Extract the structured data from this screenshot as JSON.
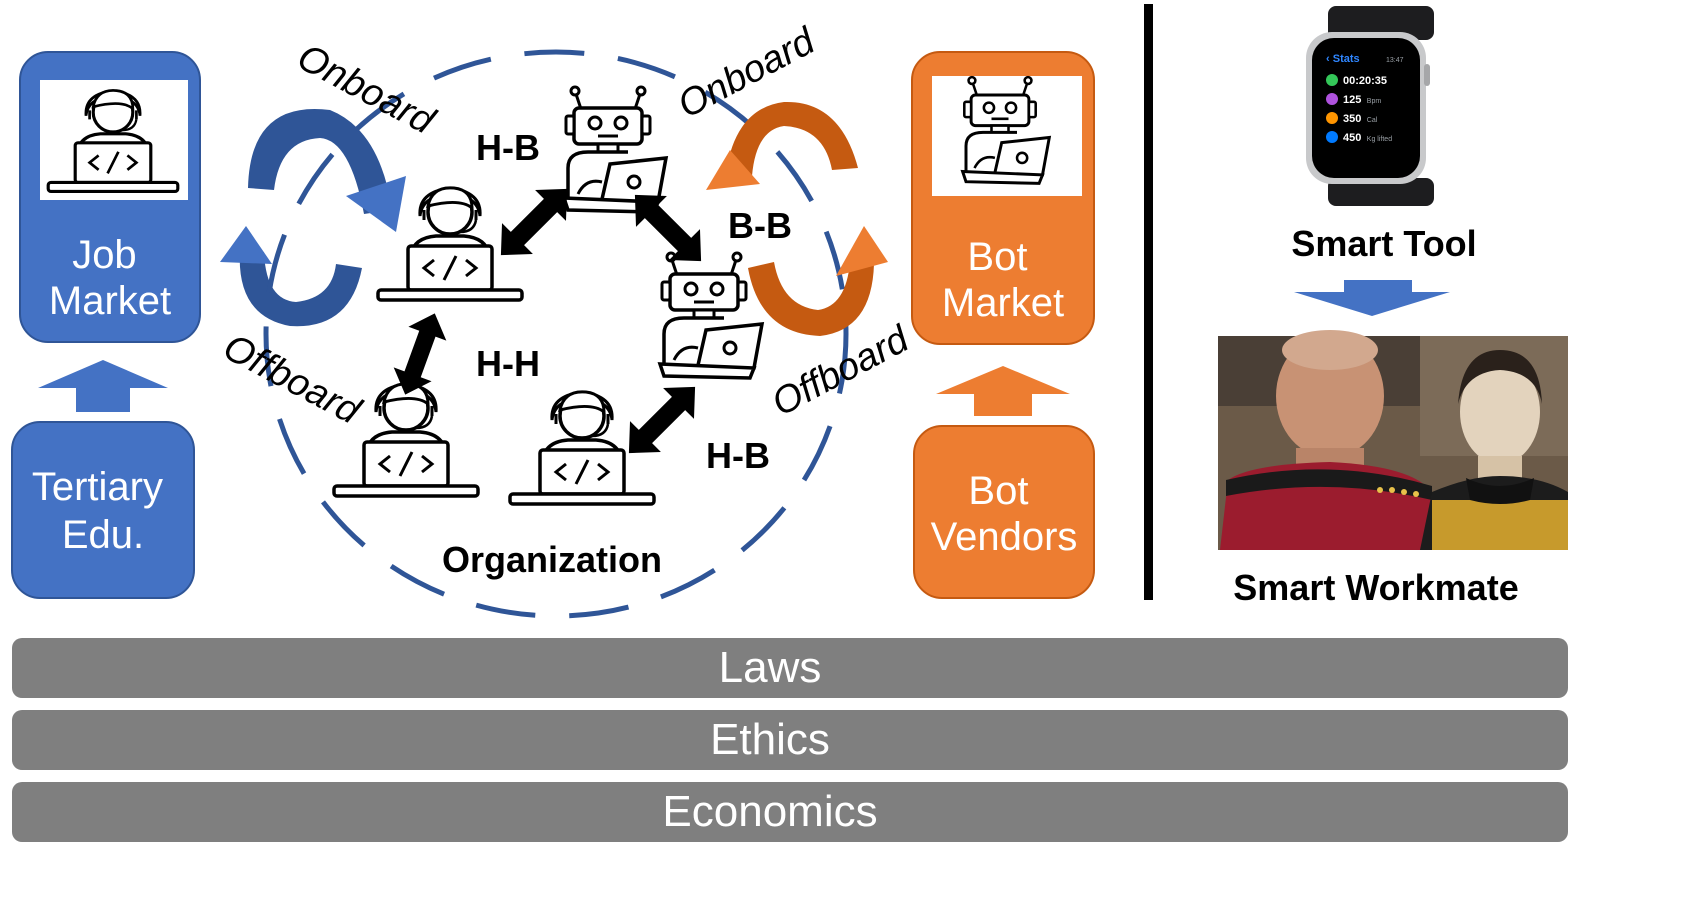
{
  "colors": {
    "blue": "#4472C4",
    "blue_dark": "#2F5597",
    "orange": "#ED7D31",
    "orange_dark": "#C55A11",
    "gray_bar": "#7F7F7F",
    "black": "#000000"
  },
  "left": {
    "job_market": "Job\nMarket",
    "tertiary_edu": "Tertiary\nEdu."
  },
  "organization": {
    "label": "Organization",
    "onboard_left": "Onboard",
    "offboard_left": "Offboard",
    "onboard_right": "Onboard",
    "offboard_right": "Offboard",
    "hb_top": "H-B",
    "bb": "B-B",
    "hh": "H-H",
    "hb_bottom": "H-B"
  },
  "right": {
    "bot_market": "Bot\nMarket",
    "bot_vendors": "Bot\nVendors"
  },
  "far_right": {
    "smart_tool": "Smart Tool",
    "smart_workmate": "Smart Workmate",
    "watch": {
      "header": "Stats",
      "time": "13:47",
      "rows": [
        {
          "value": "00:20:35",
          "unit": "",
          "icon_color": "#34C759"
        },
        {
          "value": "125",
          "unit": "Bpm",
          "icon_color": "#AF52DE"
        },
        {
          "value": "350",
          "unit": "Cal",
          "icon_color": "#FF9500"
        },
        {
          "value": "450",
          "unit": "Kg lifted",
          "icon_color": "#007AFF"
        }
      ]
    }
  },
  "bars": [
    "Laws",
    "Ethics",
    "Economics"
  ],
  "icons": {
    "human_developer": "developer-icon",
    "robot_developer": "robot-icon",
    "smartwatch": "smartwatch-icon",
    "photo": "two-crew-members-photo"
  }
}
